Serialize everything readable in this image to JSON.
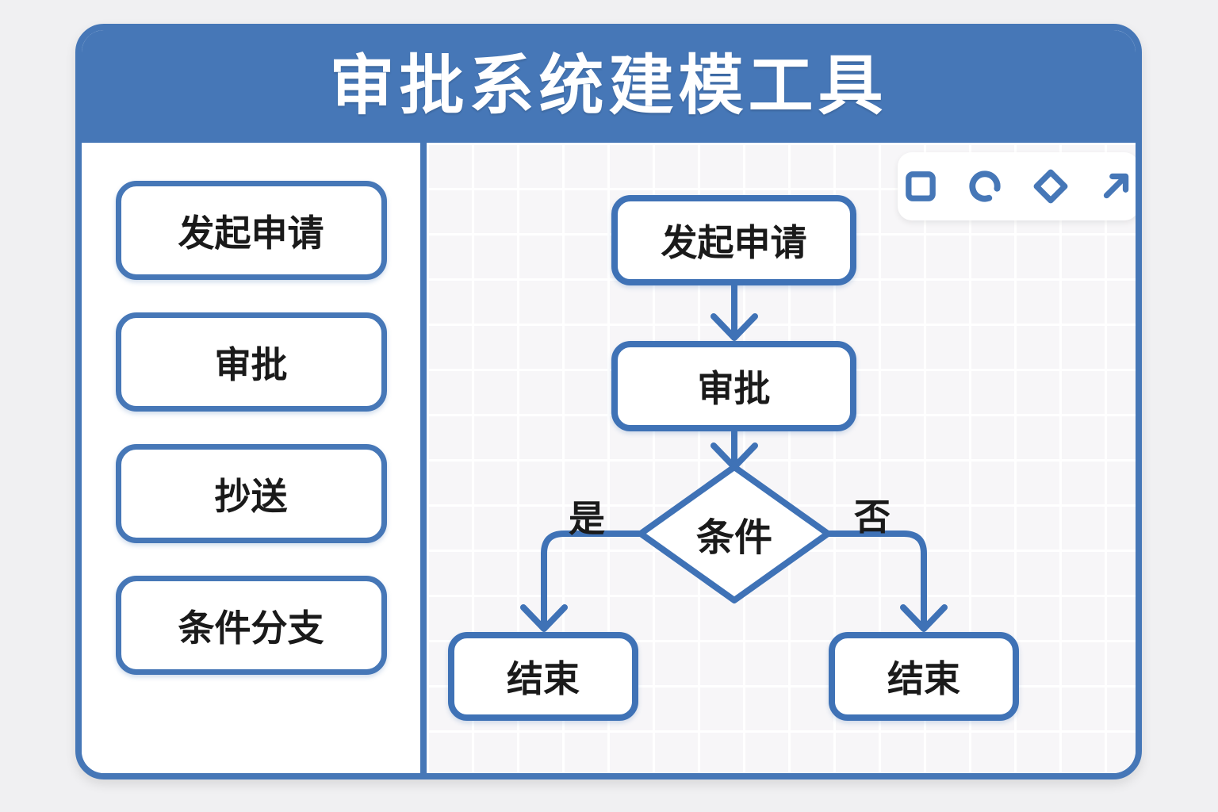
{
  "window": {
    "title": "审批系统建模工具"
  },
  "colors": {
    "accent": "#4677b7",
    "line": "#3f72b6",
    "canvas_bg": "#f7f6f8",
    "page_bg": "#f0f0f2",
    "text": "#1a1a1a",
    "title_text": "#ffffff"
  },
  "sidebar": {
    "items": [
      {
        "label": "发起申请"
      },
      {
        "label": "审批"
      },
      {
        "label": "抄送"
      },
      {
        "label": "条件分支"
      }
    ]
  },
  "toolbar": {
    "icons": [
      {
        "name": "square-shape-icon"
      },
      {
        "name": "circle-shape-icon"
      },
      {
        "name": "diamond-shape-icon"
      },
      {
        "name": "arrow-connector-icon"
      }
    ]
  },
  "flowchart": {
    "nodes": [
      {
        "id": "start",
        "type": "rect",
        "label": "发起申请"
      },
      {
        "id": "approve",
        "type": "rect",
        "label": "审批"
      },
      {
        "id": "condition",
        "type": "diamond",
        "label": "条件"
      },
      {
        "id": "end-yes",
        "type": "rect",
        "label": "结束"
      },
      {
        "id": "end-no",
        "type": "rect",
        "label": "结束"
      }
    ],
    "edges": [
      {
        "from": "start",
        "to": "approve",
        "label": ""
      },
      {
        "from": "approve",
        "to": "condition",
        "label": ""
      },
      {
        "from": "condition",
        "to": "end-yes",
        "label": "是"
      },
      {
        "from": "condition",
        "to": "end-no",
        "label": "否"
      }
    ]
  }
}
